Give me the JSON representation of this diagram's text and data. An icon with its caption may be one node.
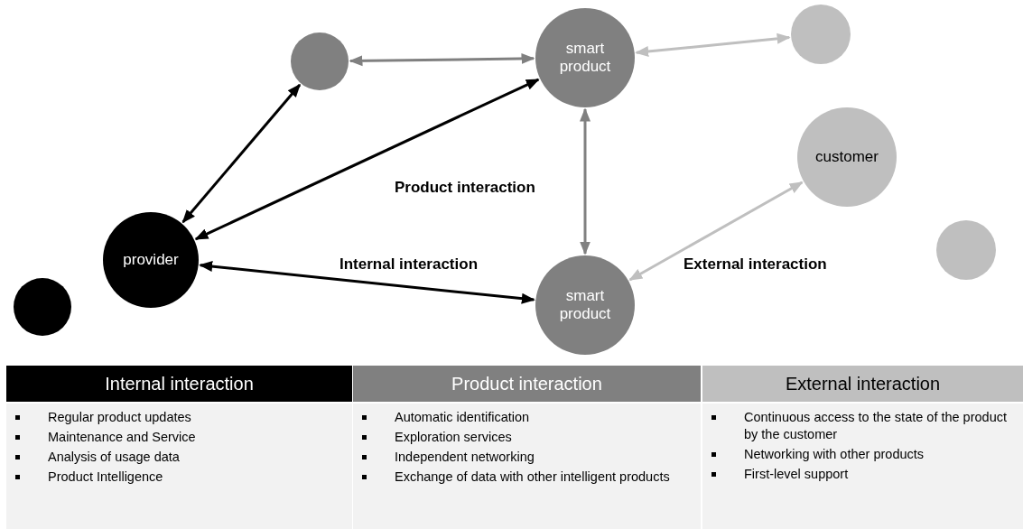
{
  "diagram": {
    "nodes": [
      {
        "text": [],
        "shape": "circle"
      },
      {
        "text": [
          "smart product"
        ]
      },
      {
        "text": [],
        "shape": "circle"
      },
      {
        "text": [
          "customer"
        ]
      },
      {
        "text": [
          "provider"
        ]
      },
      {
        "text": [],
        "shape": "circle"
      },
      {
        "text": [
          "smart product"
        ]
      },
      {
        "text": [],
        "shape": "circle"
      },
      {
        "text": [
          "Internal interaction",
          "Regular product updates",
          "Maintenance and Service",
          "Analysis of usage data",
          "Product Intelligence"
        ]
      },
      {
        "text": [
          "Product interaction",
          "Automatic identification",
          "Exploration services",
          "Independent networking",
          "Exchange of data with other intelligent products"
        ]
      },
      {
        "text": [
          "External interaction",
          "Continuous access to the state of the product by the customer",
          "Networking with other products",
          "First-level support"
        ]
      }
    ],
    "edges": [
      {
        "from": 0,
        "to": 4,
        "arrow": "both"
      },
      {
        "from": 1,
        "to": 4,
        "arrow": "both"
      },
      {
        "from": 4,
        "to": 6,
        "arrow": "both"
      },
      {
        "from": 0,
        "to": 1,
        "arrow": "both",
        "color": "#808080"
      },
      {
        "from": 1,
        "to": 6,
        "arrow": "both",
        "color": "#808080"
      },
      {
        "from": 1,
        "to": 2,
        "arrow": "both",
        "color": "#bfbfbf"
      },
      {
        "from": 6,
        "to": 3,
        "arrow": "both",
        "color": "#bfbfbf"
      }
    ],
    "labels": [
      "Product interaction",
      "Internal interaction",
      "External interaction"
    ]
  }
}
